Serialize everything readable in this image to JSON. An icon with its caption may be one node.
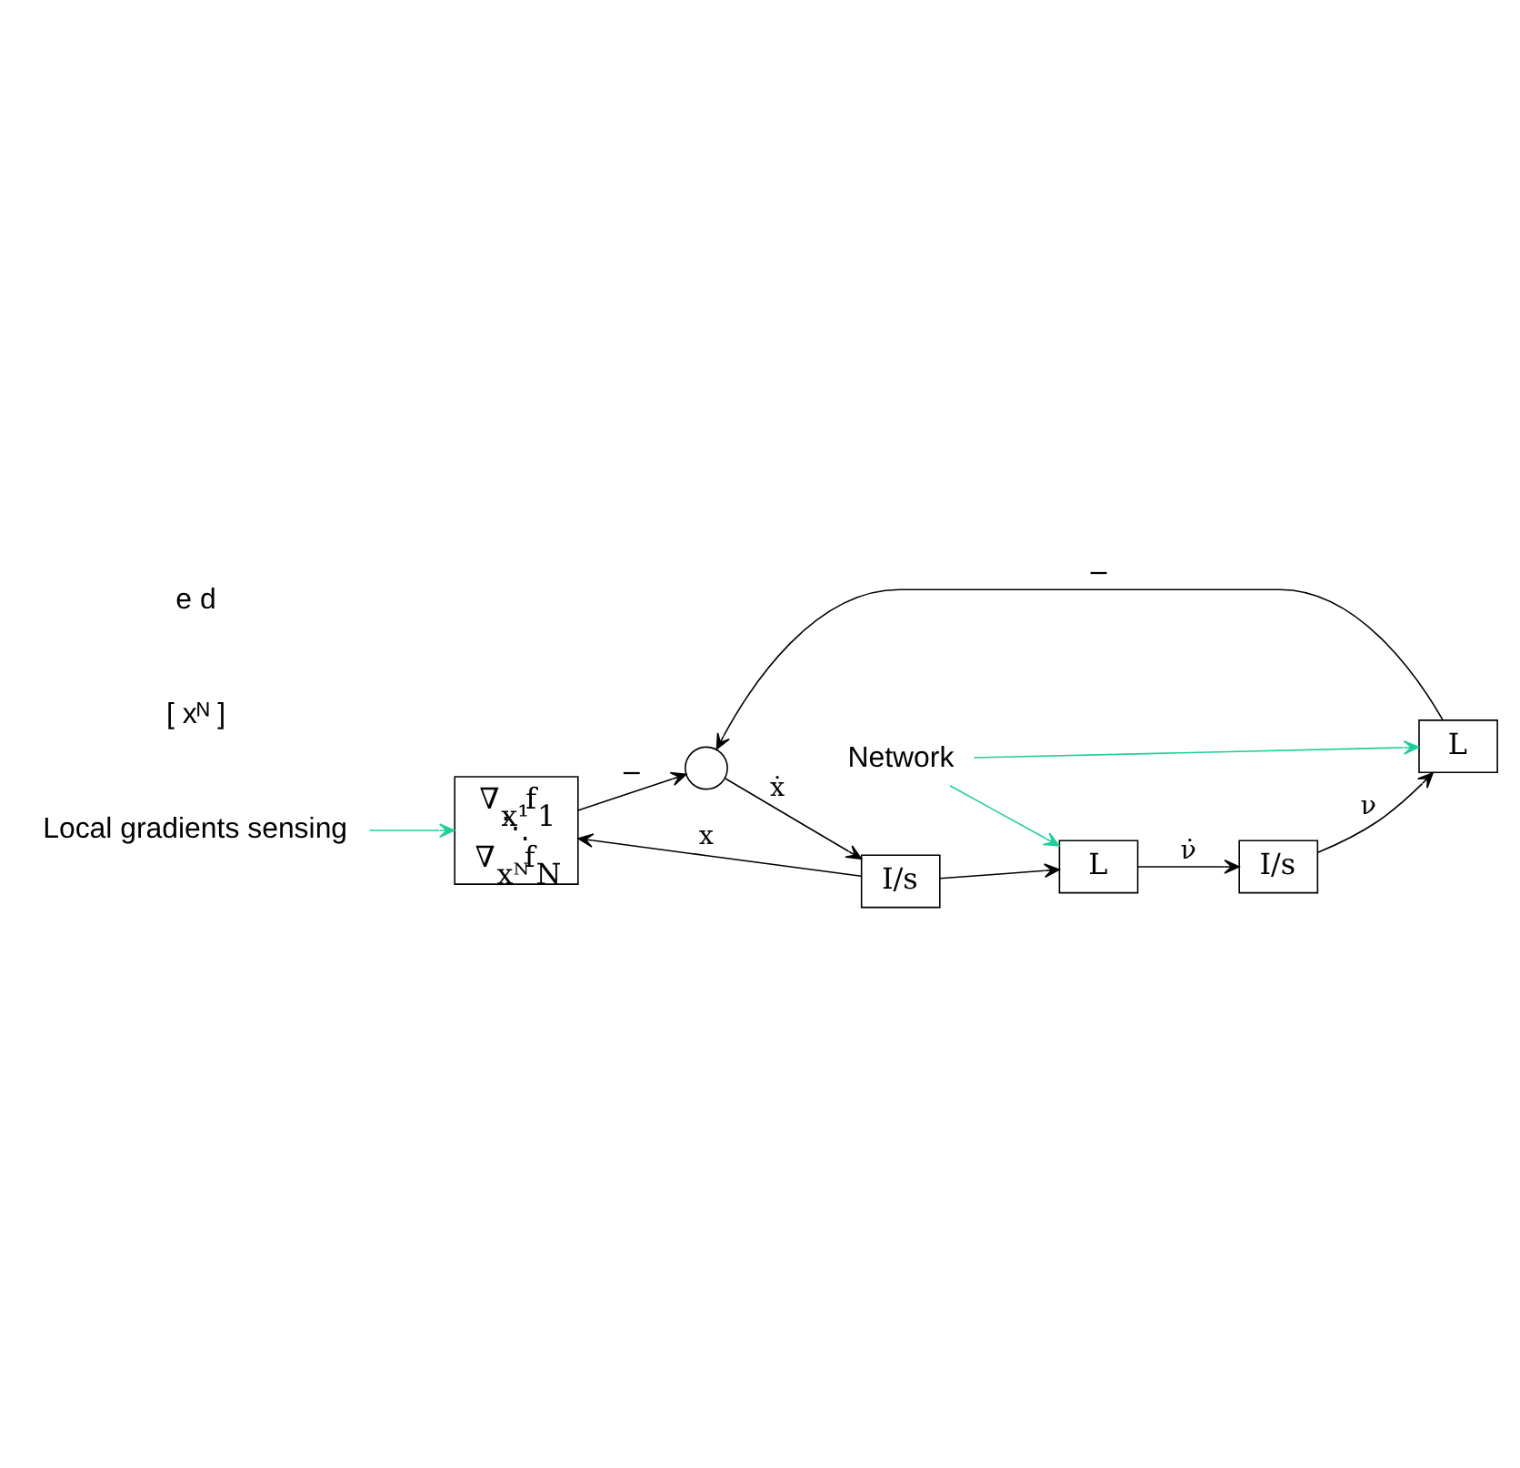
{
  "diagram": {
    "nodes": [
      {
        "text": [
          "∇$_{x¹}$f$_{1}$",
          "⋱",
          "∇$_{xᴺ}$f$_{N}$"
        ]
      },
      {
        "text": [],
        "shape": "circle"
      },
      {
        "text": [
          "I/s"
        ]
      },
      {
        "text": [
          "L"
        ]
      },
      {
        "text": [
          "I/s"
        ]
      },
      {
        "text": [
          "L"
        ]
      },
      {
        "text": [
          "Local gradients sensing"
        ]
      },
      {
        "text": [
          "Network"
        ]
      }
    ],
    "edges": [
      {
        "from": 0,
        "to": 1,
        "arrow": "to",
        "label": "−"
      },
      {
        "from": 3,
        "to": 1,
        "arrow": "to",
        "label": "−"
      },
      {
        "from": 1,
        "to": 2,
        "arrow": "to",
        "label": "ẋ"
      },
      {
        "from": 2,
        "to": 0,
        "arrow": "to",
        "label": "x"
      },
      {
        "from": 2,
        "to": 5,
        "arrow": "to"
      },
      {
        "from": 5,
        "to": 4,
        "arrow": "to",
        "label": "ν̇"
      },
      {
        "from": 4,
        "to": 3,
        "arrow": "to",
        "label": "ν"
      },
      {
        "from": 6,
        "to": 0,
        "arrow": "to",
        "color": "#1ecf9a"
      },
      {
        "from": 7,
        "to": 3,
        "arrow": "to",
        "color": "#1ecf9a"
      },
      {
        "from": 7,
        "to": 5,
        "arrow": "to",
        "color": "#1ecf9a"
      }
    ],
    "labels": [
      "[ xᴺ ]",
      "e d"
    ]
  }
}
